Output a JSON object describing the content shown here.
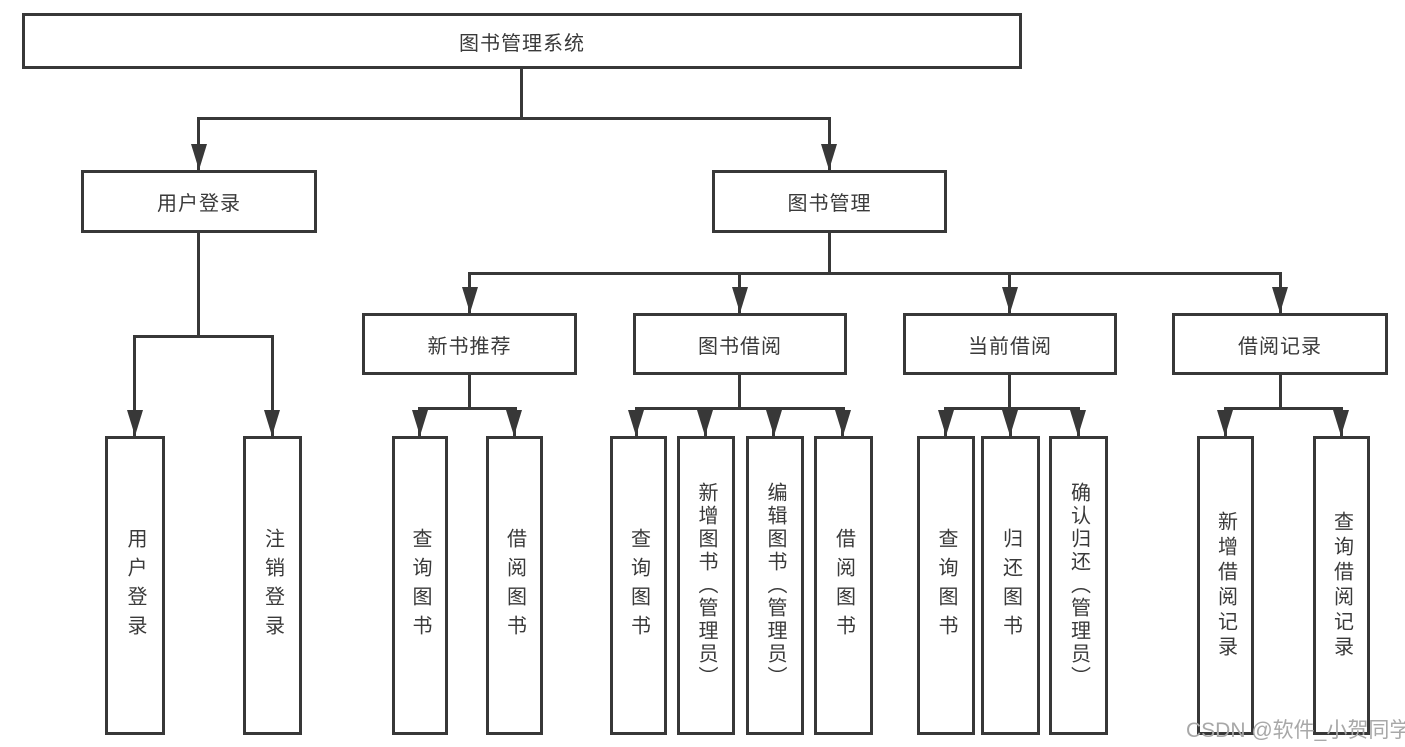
{
  "colors": {
    "background": "#ffffff",
    "line": "#383838",
    "box_border": "#383838",
    "text": "#3a3a3a",
    "watermark_text": "#a8a8a8"
  },
  "watermark": "CSDN @软件_小贺同学",
  "tree": {
    "root": {
      "label": "图书管理系统"
    },
    "user": {
      "label": "用户登录",
      "children": [
        "用户登录",
        "注销登录"
      ]
    },
    "mgmt": {
      "label": "图书管理",
      "sections": [
        {
          "label": "新书推荐",
          "children": [
            "查询图书",
            "借阅图书"
          ]
        },
        {
          "label": "图书借阅",
          "children": [
            "查询图书",
            "新增图书（管理员）",
            "编辑图书（管理员）",
            "借阅图书"
          ]
        },
        {
          "label": "当前借阅",
          "children": [
            "查询图书",
            "归还图书",
            "确认归还（管理员）"
          ]
        },
        {
          "label": "借阅记录",
          "children": [
            "新增借阅记录",
            "查询借阅记录"
          ]
        }
      ]
    }
  }
}
